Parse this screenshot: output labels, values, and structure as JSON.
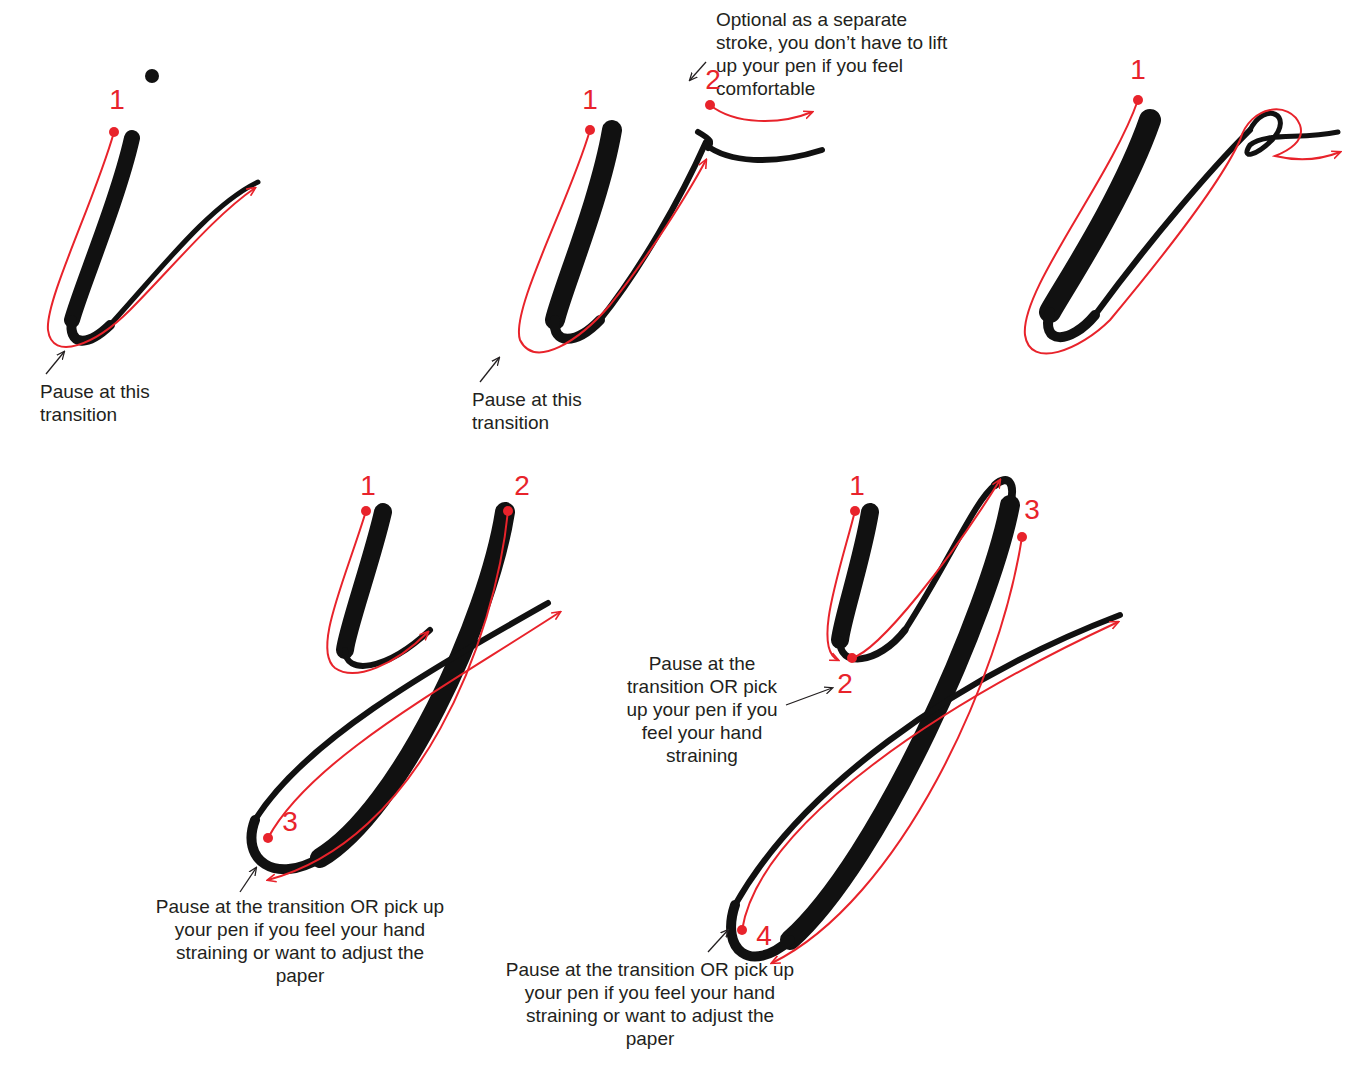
{
  "diagram": {
    "labels": [
      "1",
      "Pause at this transition",
      "Optional as a separate stroke, you don’t have to lift up your pen if you feel comfortable",
      "1",
      "2",
      "Pause at this transition",
      "1",
      "1",
      "2",
      "3",
      "Pause at the transition OR pick up your pen if you feel your hand straining or want to adjust the paper",
      "1",
      "3",
      "Pause at the transition OR pick up your pen if you feel your hand straining",
      "2",
      "4",
      "Pause at the transition OR pick up your pen if you feel your hand straining or want to adjust the paper"
    ]
  }
}
